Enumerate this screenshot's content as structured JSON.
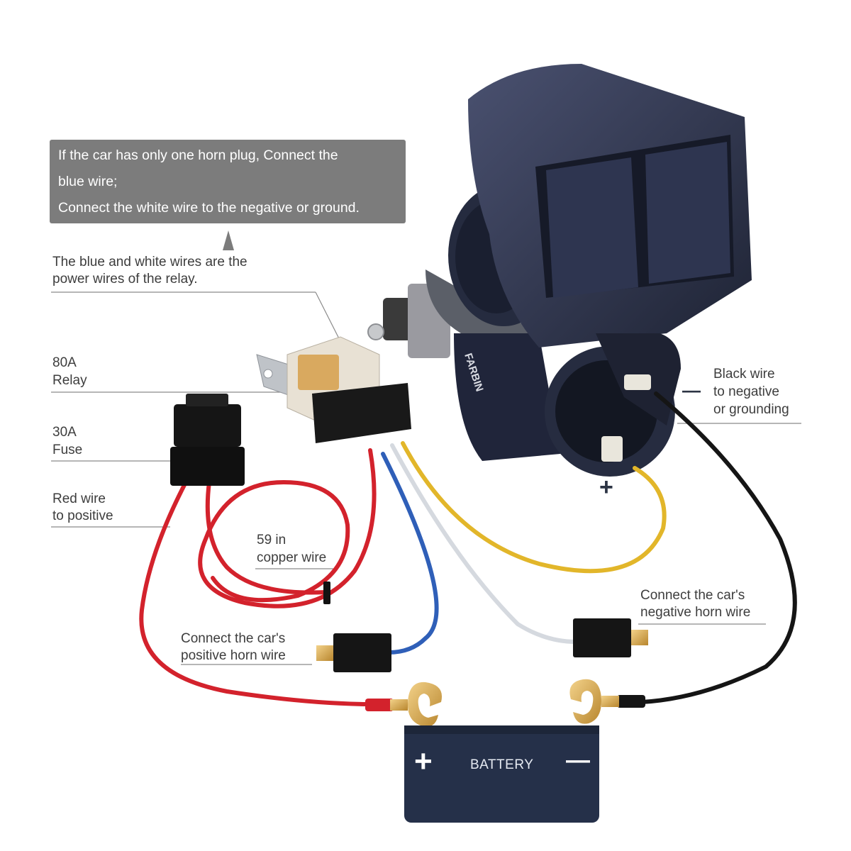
{
  "callout": {
    "line1": "If the car has only one horn plug, Connect the",
    "line2": "blue wire;",
    "line3": "Connect the white wire to the negative or ground."
  },
  "labels": {
    "relay_power_1": "The blue and white wires are the",
    "relay_power_2": "power wires of the relay.",
    "relay_1": "80A",
    "relay_2": "Relay",
    "fuse_1": "30A",
    "fuse_2": "Fuse",
    "red_1": "Red wire",
    "red_2": "to positive",
    "copper_1": "59 in",
    "copper_2": "copper wire",
    "black_1": "Black wire",
    "black_2": "to negative",
    "black_3": "or grounding",
    "neg_horn_1": "Connect the car's",
    "neg_horn_2": "negative horn wire",
    "pos_horn_1": "Connect the car's",
    "pos_horn_2": "positive horn wire",
    "horn_plus": "+",
    "horn_minus": "—"
  },
  "brand": "FARBIN",
  "battery": {
    "label": "BATTERY",
    "plus": "+",
    "minus": "—"
  },
  "colors": {
    "red_wire": "#d3222c",
    "blue_wire": "#2f5fb8",
    "white_wire": "#e4e7ec",
    "yellow_wire": "#e2b62a",
    "black_wire": "#151515",
    "horn_body": "#2b3146",
    "battery": "#253049",
    "callout": "#7c7c7c"
  }
}
